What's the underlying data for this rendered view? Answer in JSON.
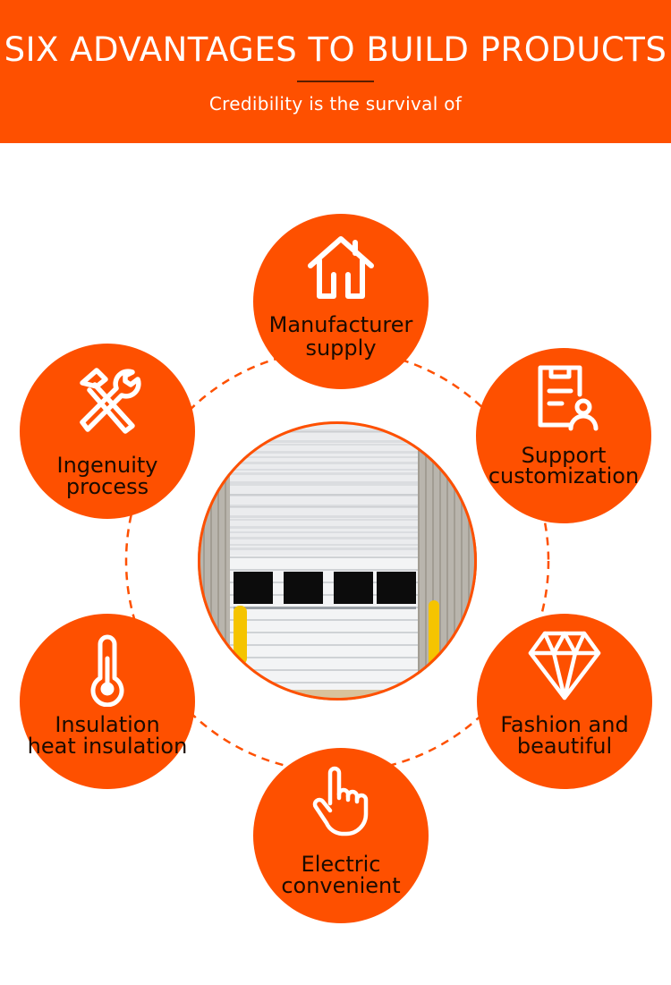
{
  "header": {
    "title": "SIX ADVANTAGES TO BUILD PRODUCTS",
    "subtitle": "Credibility is the survival of"
  },
  "colors": {
    "accent": "#fe5000",
    "label_text": "#1b0b00"
  },
  "center_image": "industrial sectional garage door with window row",
  "advantages": [
    {
      "icon": "house-icon",
      "line1": "Manufacturer",
      "line2": "supply"
    },
    {
      "icon": "tools-icon",
      "line1": "Ingenuity",
      "line2": "process"
    },
    {
      "icon": "document-user-icon",
      "line1": "Support",
      "line2": "customization"
    },
    {
      "icon": "thermometer-icon",
      "line1": "Insulation",
      "line2": "heat insulation"
    },
    {
      "icon": "diamond-icon",
      "line1": "Fashion and",
      "line2": "beautiful"
    },
    {
      "icon": "pointing-hand-icon",
      "line1": "Electric",
      "line2": "convenient"
    }
  ]
}
